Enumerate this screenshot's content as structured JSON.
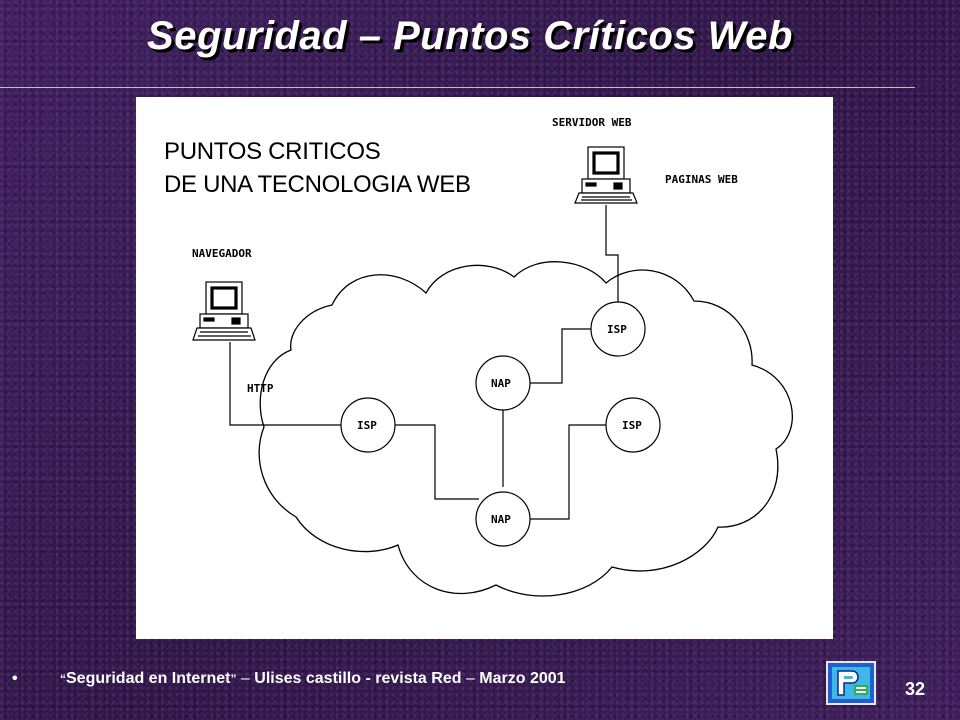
{
  "slide": {
    "title": "Seguridad – Puntos Críticos Web",
    "page_number": "32"
  },
  "diagram": {
    "heading_line1": "PUNTOS CRITICOS",
    "heading_line2": "DE UNA TECNOLOGIA WEB",
    "labels": {
      "server": "SERVIDOR WEB",
      "pages": "PAGINAS WEB",
      "browser": "NAVEGADOR",
      "http": "HTTP"
    },
    "nodes": {
      "isp_top": "ISP",
      "nap_top": "NAP",
      "isp_left": "ISP",
      "isp_right": "ISP",
      "nap_bottom": "NAP"
    }
  },
  "footer": {
    "bullet": "•",
    "quote_open": "“",
    "source_title": "Seguridad en Internet",
    "quote_close": "”",
    "dash1": "–",
    "author": "Ulises castillo - revista Red",
    "dash2": "–",
    "date": "Marzo 2001"
  },
  "logo": {
    "icon": "institution-logo-icon",
    "frame_color": "#1f5fd0",
    "fill_color": "#3fb7e8"
  }
}
